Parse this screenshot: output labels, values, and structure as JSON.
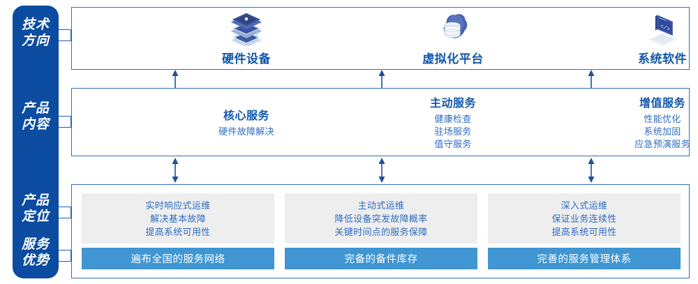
{
  "rail": {
    "color": "#0b4ca0",
    "labels": [
      {
        "name": "tech-direction",
        "line1": "技术",
        "line2": "方向"
      },
      {
        "name": "product-content",
        "line1": "产品",
        "line2": "内容"
      },
      {
        "name": "product-position",
        "line1": "产品",
        "line2": "定位"
      },
      {
        "name": "service-advantage",
        "line1": "服务",
        "line2": "优势"
      }
    ]
  },
  "tech_direction": {
    "items": [
      {
        "icon": "server-stack-icon",
        "title": "硬件设备"
      },
      {
        "icon": "cloud-database-icon",
        "title": "虚拟化平台"
      },
      {
        "icon": "laptop-code-icon",
        "title": "系统软件"
      }
    ]
  },
  "product_content": {
    "columns": [
      {
        "title": "核心服务",
        "items": [
          "硬件故障解决"
        ]
      },
      {
        "title": "主动服务",
        "items": [
          "健康检查",
          "驻场服务",
          "值守服务"
        ]
      },
      {
        "title": "增值服务",
        "items": [
          "性能优化",
          "系统加固",
          "应急预演服务"
        ]
      }
    ]
  },
  "product_position": {
    "cards": [
      {
        "lines": [
          "实时响应式运维",
          "解决基本故障",
          "提高系统可用性"
        ]
      },
      {
        "lines": [
          "主动式运维",
          "降低设备突发故障概率",
          "关键时间点的服务保障"
        ]
      },
      {
        "lines": [
          "深入式运维",
          "保证业务连续性",
          "提高系统可用性"
        ]
      }
    ]
  },
  "service_advantage": {
    "bars": [
      "遍布全国的服务网络",
      "完备的备件库存",
      "完善的服务管理体系"
    ]
  },
  "colors": {
    "rail": "#0b4ca0",
    "border": "#2f6dbf",
    "heading": "#1157ab",
    "body_text": "#2f6dbf",
    "gray_card": "#eeeeee",
    "blue_bar": "#3f96d2"
  }
}
